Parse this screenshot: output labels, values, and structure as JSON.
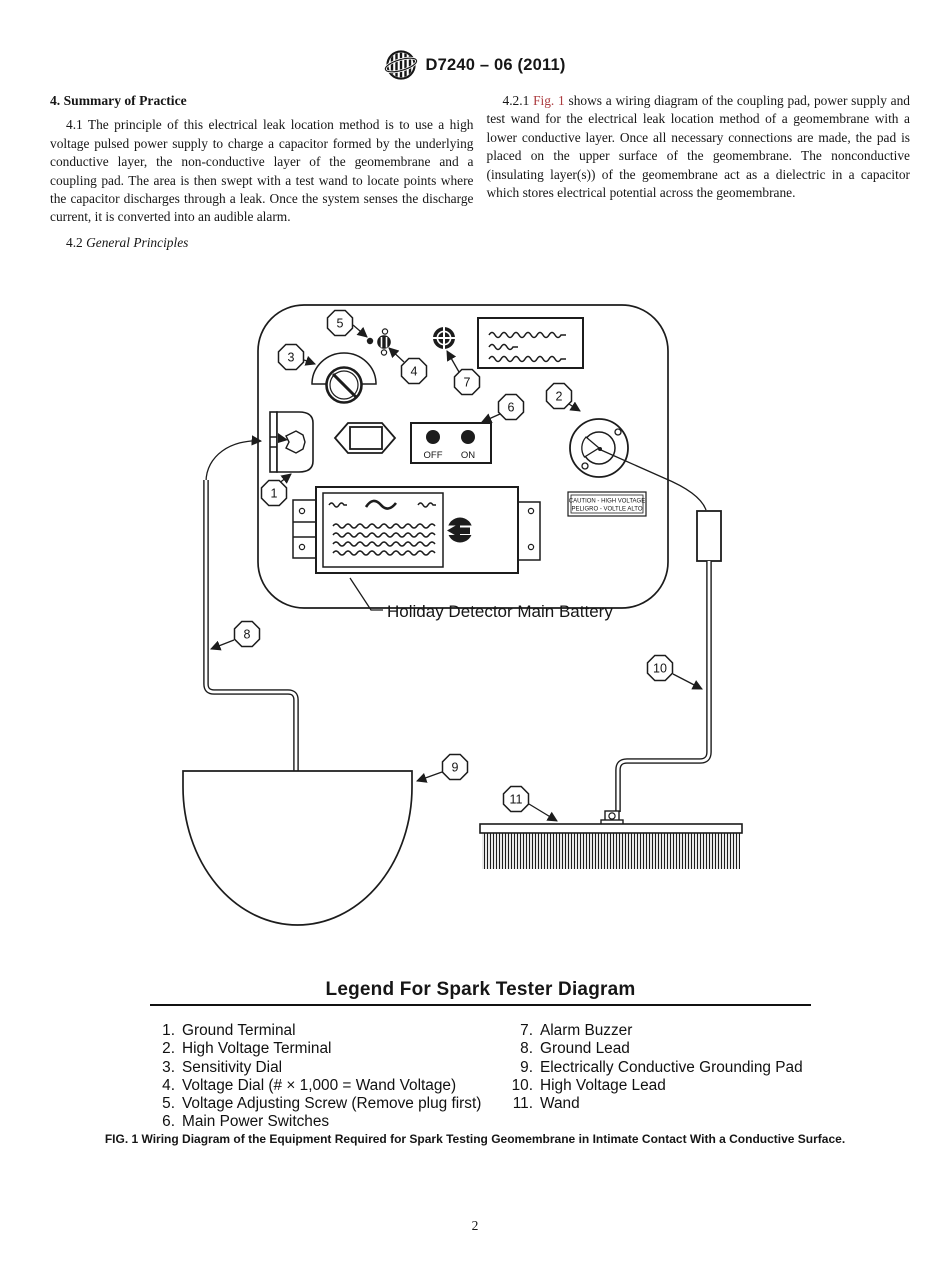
{
  "header": {
    "title": "D7240 – 06 (2011)"
  },
  "left_column": {
    "section_heading": "4. Summary of Practice",
    "p41_number": "4.1  ",
    "p41_text": "The principle of this electrical leak location method is to use a high voltage pulsed power supply to charge a capacitor formed by the underlying conductive layer, the non-conductive layer of the geomembrane and a coupling pad. The area is then swept with a test wand to locate points where the capacitor discharges through a leak. Once the system senses the discharge current, it is converted into an audible alarm.",
    "p42_number": "4.2  ",
    "p42_title": "General Principles"
  },
  "right_column": {
    "p421_prefix": "4.2.1  ",
    "fig_link": "Fig. 1",
    "p421_text": " shows a wiring diagram of the coupling pad, power supply and test wand for the electrical leak location method of a geomembrane with a lower conductive layer. Once all necessary connections are made, the pad is placed on the upper surface of the geomembrane. The nonconductive (insulating layer(s)) of the geomembrane act as a dielectric in a capacitor which stores electrical potential across the geomembrane."
  },
  "diagram": {
    "battery_label": "Holiday Detector Main Battery",
    "switch_off": "OFF",
    "switch_on": "ON",
    "caution_line1": "CAUTION - HIGH VOLTAGE",
    "caution_line2": "PELIGRO - VOLTLE ALTO",
    "callouts": [
      "1",
      "2",
      "3",
      "4",
      "5",
      "6",
      "7",
      "8",
      "9",
      "10",
      "11"
    ]
  },
  "legend": {
    "title": "Legend For Spark Tester Diagram",
    "left": [
      {
        "n": "1.",
        "label": "Ground Terminal"
      },
      {
        "n": "2.",
        "label": "High Voltage Terminal"
      },
      {
        "n": "3.",
        "label": "Sensitivity Dial"
      },
      {
        "n": "4.",
        "label": "Voltage Dial (# × 1,000 = Wand Voltage)"
      },
      {
        "n": "5.",
        "label": "Voltage Adjusting Screw (Remove plug first)"
      },
      {
        "n": "6.",
        "label": "Main Power Switches"
      }
    ],
    "right": [
      {
        "n": "7.",
        "label": "Alarm Buzzer"
      },
      {
        "n": "8.",
        "label": "Ground Lead"
      },
      {
        "n": "9.",
        "label": "Electrically Conductive Grounding Pad"
      },
      {
        "n": "10.",
        "label": "High Voltage Lead"
      },
      {
        "n": "11.",
        "label": "Wand"
      }
    ]
  },
  "caption": "FIG. 1 Wiring Diagram of the Equipment Required for Spark Testing Geomembrane in Intimate Contact With a Conductive Surface.",
  "page_number": "2",
  "colors": {
    "link_red": "#ab3a3e",
    "ink": "#1c1c1c"
  }
}
